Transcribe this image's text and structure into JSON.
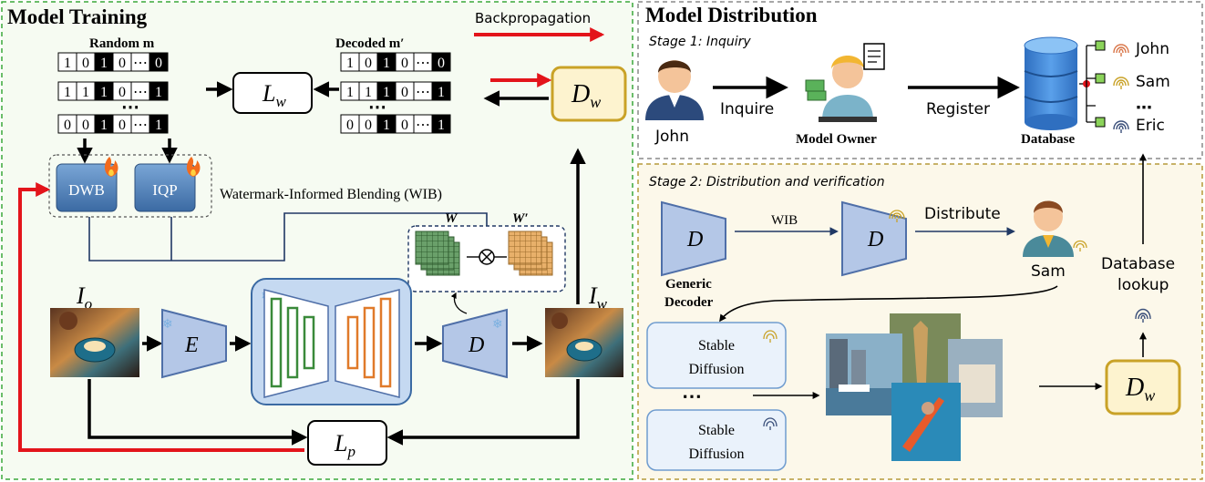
{
  "left_panel": {
    "title": "Model Training",
    "backprop_label": "Backpropagation",
    "random_label": "Random m",
    "decoded_label": "Decoded m′",
    "rows": [
      [
        "1",
        "0",
        "1",
        "0",
        "⋯",
        "0"
      ],
      [
        "1",
        "1",
        "1",
        "0",
        "⋯",
        "1"
      ],
      [
        "0",
        "0",
        "1",
        "0",
        "⋯",
        "1"
      ]
    ],
    "dots": "⋯",
    "lw": "L",
    "lw_sub": "w",
    "dw": "D",
    "dw_sub": "w",
    "dwb": "DWB",
    "iqp": "IQP",
    "wib_label": "Watermark-Informed Blending (WIB)",
    "w_label": "W",
    "wprime_label": "W′",
    "io": "I",
    "io_sub": "o",
    "iw": "I",
    "iw_sub": "w",
    "e": "E",
    "d": "D",
    "lp": "L",
    "lp_sub": "p"
  },
  "right_panel": {
    "title": "Model Distribution",
    "stage1": "Stage 1: Inquiry",
    "john": "John",
    "inquire": "Inquire",
    "model_owner": "Model Owner",
    "register": "Register",
    "database": "Database",
    "db_names": [
      "John",
      "Sam",
      "⋯",
      "Eric"
    ],
    "stage2": "Stage 2: Distribution and verification",
    "d": "D",
    "wib": "WIB",
    "distribute": "Distribute",
    "sam": "Sam",
    "generic_decoder_1": "Generic",
    "generic_decoder_2": "Decoder",
    "db_lookup_1": "Database",
    "db_lookup_2": "lookup",
    "sd_1": "Stable",
    "sd_2": "Diffusion",
    "dots": "⋯",
    "dw": "D",
    "dw_sub": "w"
  },
  "colors": {
    "green_dashed": "#3aa83a",
    "gray_dashed": "#8a8a8a",
    "yellow_dashed": "#b59a3a",
    "red": "#e3141b",
    "dw_fill": "#fdf3cf",
    "dw_stroke": "#c9a227",
    "decoder_fill": "#b4c7e7",
    "decoder_stroke": "#4f6fa8",
    "unet_fill": "#c5d9f1",
    "navy": "#203864"
  }
}
